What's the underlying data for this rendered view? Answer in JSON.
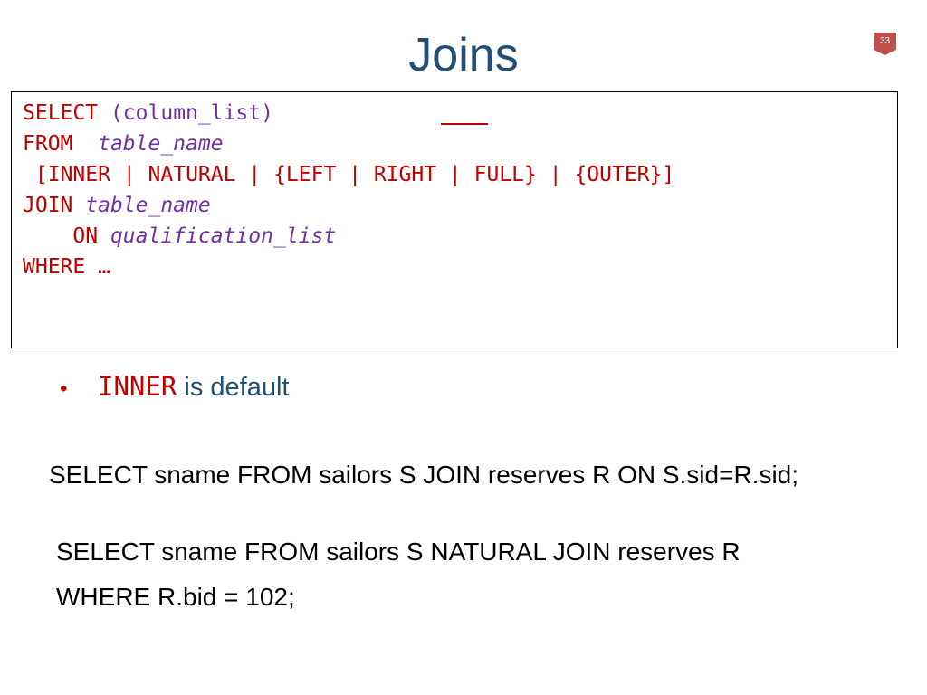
{
  "slide": {
    "title": "Joins",
    "page_number": "33"
  },
  "syntax": {
    "line1_kw": "SELECT",
    "line1_rest": "(column_list)",
    "line2_kw": "FROM",
    "line2_ph": "table_name",
    "line3_open": "[",
    "line3_inner": "INNER",
    "line3_sep1": "|",
    "line3_natural": "NATURAL",
    "line3_sep2": "|",
    "line3_group1": "{LEFT | RIGHT | FULL}",
    "line3_sep3": "|",
    "line3_group2": "{OUTER}]",
    "line4_kw": "JOIN",
    "line4_ph": "table_name",
    "line5_kw": "ON",
    "line5_ph": "qualification_list",
    "line6_kw": "WHERE",
    "line6_rest": "…"
  },
  "bullet": {
    "keyword": "INNER",
    "text": "is default"
  },
  "examples": {
    "query1": "SELECT sname FROM sailors S JOIN reserves R ON S.sid=R.sid;",
    "query2_line1": "SELECT sname FROM sailors S NATURAL JOIN reserves R",
    "query2_line2": "WHERE R.bid = 102;"
  },
  "colors": {
    "keyword": "#c00000",
    "placeholder": "#7030a0",
    "title": "#1f4e79",
    "badge": "#c0504d"
  }
}
